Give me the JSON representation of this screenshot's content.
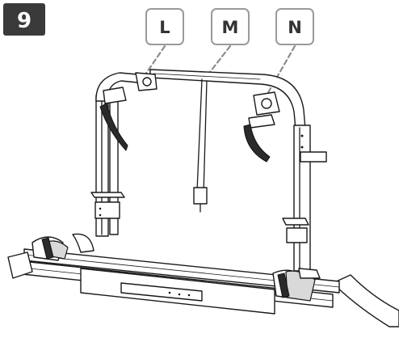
{
  "step": {
    "number": "9",
    "badge_color": "#3a3a3a"
  },
  "callouts": [
    {
      "letter": "L"
    },
    {
      "letter": "M"
    },
    {
      "letter": "N"
    }
  ],
  "colors": {
    "line": "#1a1a1a",
    "leader": "#8c8c8c",
    "callout_border": "#9a9a9a",
    "strap": "#2b2b2b"
  }
}
